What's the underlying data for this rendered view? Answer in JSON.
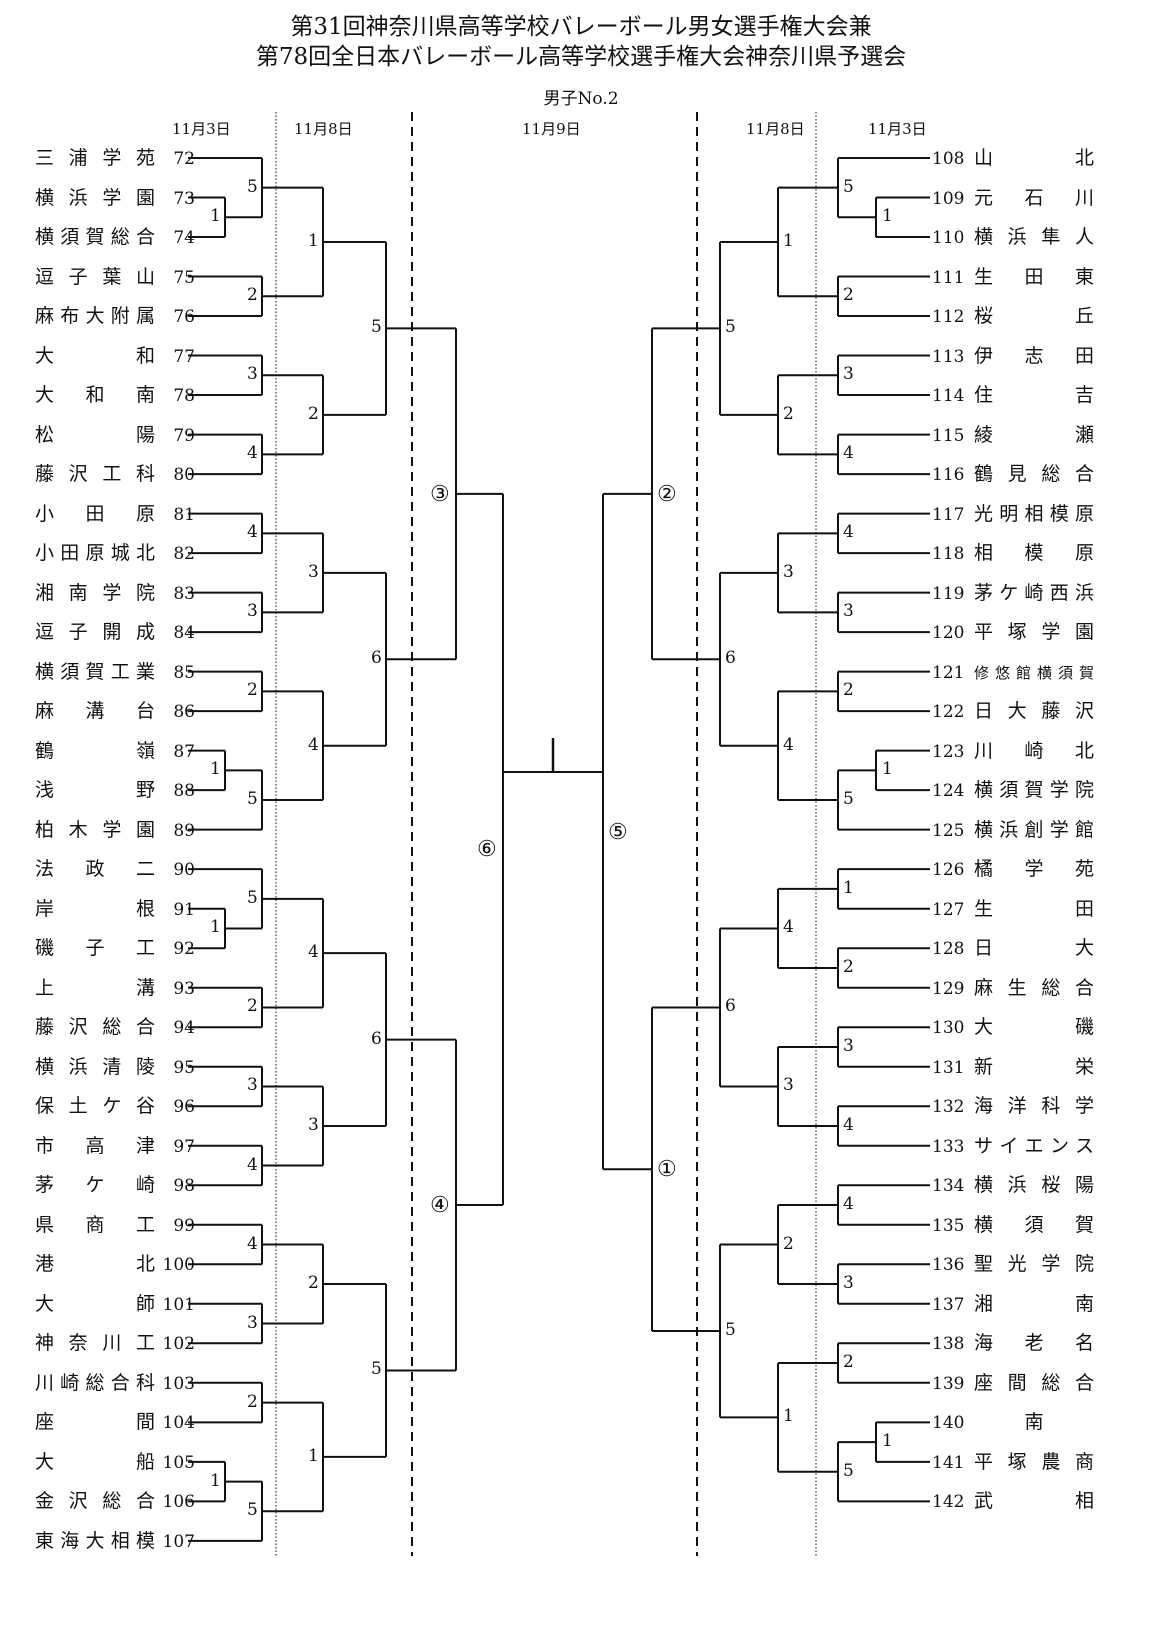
{
  "title_line1": "第31回神奈川県高等学校バレーボール男女選手権大会兼",
  "title_line2": "第78回全日本バレーボール高等学校選手権大会神奈川県予選会",
  "subtitle": "男子No.2",
  "dates": {
    "left_round1": "11月3日",
    "left_round2": "11月8日",
    "center": "11月9日",
    "right_round2": "11月8日",
    "right_round1": "11月3日"
  },
  "left_teams": [
    {
      "num": "72",
      "name": "三浦学苑"
    },
    {
      "num": "73",
      "name": "横浜学園"
    },
    {
      "num": "74",
      "name": "横須賀総合"
    },
    {
      "num": "75",
      "name": "逗子葉山"
    },
    {
      "num": "76",
      "name": "麻布大附属"
    },
    {
      "num": "77",
      "name": "大和"
    },
    {
      "num": "78",
      "name": "大和南"
    },
    {
      "num": "79",
      "name": "松陽"
    },
    {
      "num": "80",
      "name": "藤沢工科"
    },
    {
      "num": "81",
      "name": "小田原"
    },
    {
      "num": "82",
      "name": "小田原城北"
    },
    {
      "num": "83",
      "name": "湘南学院"
    },
    {
      "num": "84",
      "name": "逗子開成"
    },
    {
      "num": "85",
      "name": "横須賀工業"
    },
    {
      "num": "86",
      "name": "麻溝台"
    },
    {
      "num": "87",
      "name": "鶴嶺"
    },
    {
      "num": "88",
      "name": "浅野"
    },
    {
      "num": "89",
      "name": "柏木学園"
    },
    {
      "num": "90",
      "name": "法政二"
    },
    {
      "num": "91",
      "name": "岸根"
    },
    {
      "num": "92",
      "name": "磯子工"
    },
    {
      "num": "93",
      "name": "上溝"
    },
    {
      "num": "94",
      "name": "藤沢総合"
    },
    {
      "num": "95",
      "name": "横浜清陵"
    },
    {
      "num": "96",
      "name": "保土ケ谷"
    },
    {
      "num": "97",
      "name": "市高津"
    },
    {
      "num": "98",
      "name": "茅ケ崎"
    },
    {
      "num": "99",
      "name": "県商工"
    },
    {
      "num": "100",
      "name": "港北"
    },
    {
      "num": "101",
      "name": "大師"
    },
    {
      "num": "102",
      "name": "神奈川工"
    },
    {
      "num": "103",
      "name": "川崎総合科"
    },
    {
      "num": "104",
      "name": "座間"
    },
    {
      "num": "105",
      "name": "大船"
    },
    {
      "num": "106",
      "name": "金沢総合"
    },
    {
      "num": "107",
      "name": "東海大相模"
    }
  ],
  "right_teams": [
    {
      "num": "108",
      "name": "山北"
    },
    {
      "num": "109",
      "name": "元石川"
    },
    {
      "num": "110",
      "name": "横浜隼人"
    },
    {
      "num": "111",
      "name": "生田東"
    },
    {
      "num": "112",
      "name": "桜丘"
    },
    {
      "num": "113",
      "name": "伊志田"
    },
    {
      "num": "114",
      "name": "住吉"
    },
    {
      "num": "115",
      "name": "綾瀬"
    },
    {
      "num": "116",
      "name": "鶴見総合"
    },
    {
      "num": "117",
      "name": "光明相模原"
    },
    {
      "num": "118",
      "name": "相模原"
    },
    {
      "num": "119",
      "name": "茅ケ崎西浜"
    },
    {
      "num": "120",
      "name": "平塚学園"
    },
    {
      "num": "121",
      "name": "修悠館横須賀"
    },
    {
      "num": "122",
      "name": "日大藤沢"
    },
    {
      "num": "123",
      "name": "川崎北"
    },
    {
      "num": "124",
      "name": "横須賀学院"
    },
    {
      "num": "125",
      "name": "横浜創学館"
    },
    {
      "num": "126",
      "name": "橘学苑"
    },
    {
      "num": "127",
      "name": "生田"
    },
    {
      "num": "128",
      "name": "日大"
    },
    {
      "num": "129",
      "name": "麻生総合"
    },
    {
      "num": "130",
      "name": "大磯"
    },
    {
      "num": "131",
      "name": "新栄"
    },
    {
      "num": "132",
      "name": "海洋科学"
    },
    {
      "num": "133",
      "name": "サイエンス"
    },
    {
      "num": "134",
      "name": "横浜桜陽"
    },
    {
      "num": "135",
      "name": "横須賀"
    },
    {
      "num": "136",
      "name": "聖光学院"
    },
    {
      "num": "137",
      "name": "湘南"
    },
    {
      "num": "138",
      "name": "海老名"
    },
    {
      "num": "139",
      "name": "座間総合"
    },
    {
      "num": "140",
      "name": "南"
    },
    {
      "num": "141",
      "name": "平塚農商"
    },
    {
      "num": "142",
      "name": "武相"
    }
  ],
  "left_matches": {
    "prelim": [
      {
        "label": "1",
        "teams": [
          "73",
          "74"
        ]
      },
      {
        "label": "1",
        "teams": [
          "87",
          "88"
        ]
      },
      {
        "label": "1",
        "teams": [
          "91",
          "92"
        ]
      },
      {
        "label": "1",
        "teams": [
          "105",
          "106"
        ]
      }
    ],
    "round1": [
      "5",
      "2",
      "3",
      "4",
      "4",
      "3",
      "2",
      "5",
      "5",
      "2",
      "3",
      "4",
      "4",
      "3",
      "2",
      "5"
    ],
    "round2": [
      "1",
      "2",
      "3",
      "4",
      "4",
      "3",
      "2",
      "1"
    ],
    "round3": [
      "5",
      "6",
      "6",
      "5"
    ],
    "round4": [
      "③",
      "④"
    ],
    "semifinal": "⑥"
  },
  "right_matches": {
    "prelim": [
      {
        "label": "1",
        "teams": [
          "109",
          "110"
        ]
      },
      {
        "label": "1",
        "teams": [
          "123",
          "124"
        ]
      },
      {
        "label": "1",
        "teams": [
          "140",
          "141"
        ]
      }
    ],
    "round1": [
      "5",
      "2",
      "3",
      "4",
      "4",
      "3",
      "2",
      "5",
      "1",
      "2",
      "3",
      "4",
      "4",
      "3",
      "2",
      "5"
    ],
    "round2": [
      "1",
      "2",
      "3",
      "4",
      "4",
      "3",
      "2",
      "1"
    ],
    "round3": [
      "5",
      "6",
      "6",
      "5"
    ],
    "round4": [
      "②",
      "①"
    ],
    "semifinal": "⑤"
  }
}
